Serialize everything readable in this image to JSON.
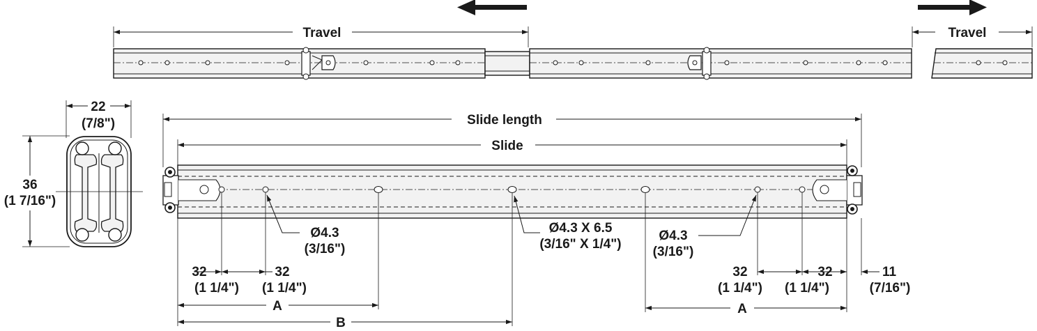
{
  "labels": {
    "travel_left": "Travel",
    "travel_right": "Travel",
    "slide_length": "Slide length",
    "slide": "Slide",
    "width_mm": "22",
    "width_in": "(7/8\")",
    "height_mm": "36",
    "height_in": "(1 7/16\")",
    "hole_left_mm": "Ø4.3",
    "hole_left_in": "(3/16\")",
    "slot_mm": "Ø4.3 X 6.5",
    "slot_in": "(3/16\" X 1/4\")",
    "hole_right_mm": "Ø4.3",
    "hole_right_in": "(3/16\")",
    "pitch1_mm": "32",
    "pitch1_in": "(1 1/4\")",
    "pitch2_mm": "32",
    "pitch2_in": "(1 1/4\")",
    "pitch3_mm": "32",
    "pitch3_in": "(1 1/4\")",
    "pitch4_mm": "32",
    "pitch4_in": "(1 1/4\")",
    "end_mm": "11",
    "end_in": "(7/16\")",
    "dim_a_left": "A",
    "dim_b": "B",
    "dim_a_right": "A"
  },
  "colors": {
    "ink": "#1a1a1a",
    "fill": "#f2f2f2"
  },
  "icons": {
    "arrow_left": "arrow-left-icon",
    "arrow_right": "arrow-right-icon"
  }
}
